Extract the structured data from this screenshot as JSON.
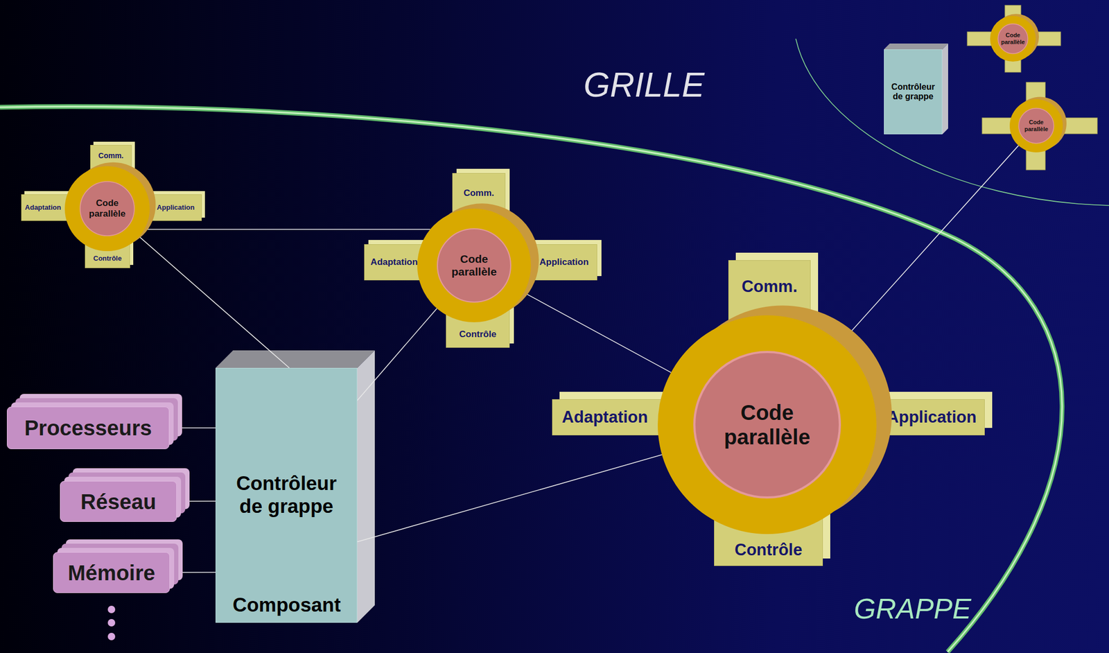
{
  "diagram": {
    "nodes": [
      {
        "text": [
          "Contrôleur de grappe"
        ]
      },
      {
        "text": [
          "Code parallèle"
        ]
      },
      {
        "text": [
          "Code parallèle"
        ]
      },
      {
        "text": [
          "Comm."
        ]
      },
      {
        "text": [
          "Adaptation"
        ]
      },
      {
        "text": [
          "Code parallèle"
        ]
      },
      {
        "text": [
          "Application"
        ]
      },
      {
        "text": [
          "Contrôle"
        ]
      },
      {
        "text": [
          "Comm."
        ]
      },
      {
        "text": [
          "Adaptation"
        ]
      },
      {
        "text": [
          "Code parallèle"
        ]
      },
      {
        "text": [
          "Application"
        ]
      },
      {
        "text": [
          "Contrôle"
        ]
      },
      {
        "text": [
          "Processeurs"
        ]
      },
      {
        "text": [
          "Réseau"
        ]
      },
      {
        "text": [
          "Mémoire"
        ]
      },
      {
        "text": [
          "Contrôleur de grappe"
        ]
      },
      {
        "text": [
          "Comm."
        ]
      },
      {
        "text": [
          "Adaptation"
        ]
      },
      {
        "text": [
          "Code parallèle"
        ]
      },
      {
        "text": [
          "Application"
        ]
      },
      {
        "text": [
          "Contrôle"
        ]
      }
    ],
    "edges": [
      {
        "from": 5,
        "to": 10,
        "arrow": "none"
      },
      {
        "from": 5,
        "to": 16,
        "arrow": "none"
      },
      {
        "from": 10,
        "to": 16,
        "arrow": "none"
      },
      {
        "from": 10,
        "to": 19,
        "arrow": "none"
      },
      {
        "from": 16,
        "to": 19,
        "arrow": "none"
      },
      {
        "from": 19,
        "to": 2,
        "arrow": "none"
      },
      {
        "from": 13,
        "to": 16,
        "arrow": "none"
      },
      {
        "from": 14,
        "to": 16,
        "arrow": "none"
      },
      {
        "from": 15,
        "to": 16,
        "arrow": "none"
      }
    ],
    "labels": [
      "GRILLE",
      "GRAPPE",
      "Composant"
    ]
  }
}
